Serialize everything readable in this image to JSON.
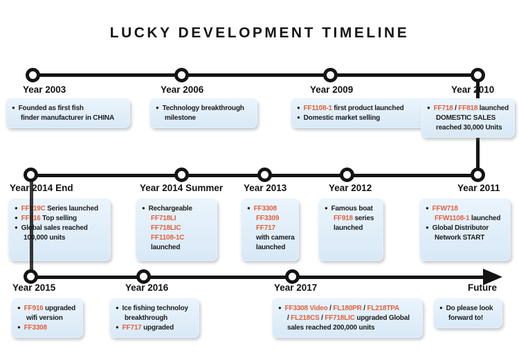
{
  "title": "LUCKY DEVELOPMENT TIMELINE",
  "colors": {
    "accent_orange": "#E2603C",
    "card_background": "#DCEBF7",
    "timeline_black": "#141414"
  },
  "years": {
    "y2003": "Year 2003",
    "y2006": "Year 2006",
    "y2009": "Year 2009",
    "y2010": "Year 2010",
    "y2014end": "Year 2014 End",
    "y2014summer": "Year 2014 Summer",
    "y2013": "Year 2013",
    "y2012": "Year 2012",
    "y2011": "Year 2011",
    "y2015": "Year 2015",
    "y2016": "Year 2016",
    "y2017": "Year 2017",
    "future": "Future"
  },
  "cards": {
    "y2003": {
      "lines": [
        {
          "b": true,
          "s": [
            {
              "t": "Founded as first fish"
            }
          ]
        },
        {
          "s": [
            {
              "t": "finder manufacturer in CHINA"
            }
          ]
        }
      ]
    },
    "y2006": {
      "lines": [
        {
          "b": true,
          "s": [
            {
              "t": "Technology breakthrough"
            }
          ]
        },
        {
          "s": [
            {
              "t": "milestone"
            }
          ]
        }
      ]
    },
    "y2009": {
      "lines": [
        {
          "b": true,
          "s": [
            {
              "t": "FF1108-1",
              "o": true
            },
            {
              "t": " first product launched"
            }
          ]
        },
        {
          "b": true,
          "s": [
            {
              "t": "Domestic market selling"
            }
          ]
        }
      ]
    },
    "y2010": {
      "lines": [
        {
          "b": true,
          "s": [
            {
              "t": "FF718",
              "o": true
            },
            {
              "t": " / "
            },
            {
              "t": "FF818",
              "o": true
            },
            {
              "t": " launched"
            }
          ]
        },
        {
          "s": [
            {
              "t": "DOMESTIC SALES"
            }
          ]
        },
        {
          "s": [
            {
              "t": "reached 30,000 Units"
            }
          ]
        }
      ]
    },
    "y2014end": {
      "lines": [
        {
          "b": true,
          "s": [
            {
              "t": "FF919C",
              "o": true
            },
            {
              "t": " Series launched"
            }
          ]
        },
        {
          "b": true,
          "s": [
            {
              "t": "FF916",
              "o": true
            },
            {
              "t": " Top selling"
            }
          ]
        },
        {
          "b": true,
          "s": [
            {
              "t": "Global sales reached"
            }
          ]
        },
        {
          "s": [
            {
              "t": "100,000 units"
            }
          ]
        }
      ]
    },
    "y2014summer": {
      "lines": [
        {
          "b": true,
          "s": [
            {
              "t": "Rechargeable"
            }
          ]
        },
        {
          "s": [
            {
              "t": "FF718LI",
              "o": true
            }
          ]
        },
        {
          "s": [
            {
              "t": "FF718LIC",
              "o": true
            }
          ]
        },
        {
          "s": [
            {
              "t": "FF1108-1C",
              "o": true
            }
          ]
        },
        {
          "s": [
            {
              "t": "launched"
            }
          ]
        }
      ]
    },
    "y2013": {
      "lines": [
        {
          "b": true,
          "s": [
            {
              "t": "FF3308",
              "o": true
            }
          ]
        },
        {
          "s": [
            {
              "t": "FF3309",
              "o": true
            }
          ]
        },
        {
          "s": [
            {
              "t": "FF717",
              "o": true
            }
          ]
        },
        {
          "s": [
            {
              "t": "with camera"
            }
          ]
        },
        {
          "s": [
            {
              "t": "launched"
            }
          ]
        }
      ]
    },
    "y2012": {
      "lines": [
        {
          "b": true,
          "s": [
            {
              "t": "Famous boat"
            }
          ]
        },
        {
          "s": [
            {
              "t": "FF918",
              "o": true
            },
            {
              "t": " series"
            }
          ]
        },
        {
          "s": [
            {
              "t": "launched"
            }
          ]
        }
      ]
    },
    "y2011": {
      "lines": [
        {
          "b": true,
          "s": [
            {
              "t": "FFW718",
              "o": true
            }
          ]
        },
        {
          "s": [
            {
              "t": "FFW1108-1",
              "o": true
            },
            {
              "t": " launched"
            }
          ]
        },
        {
          "b": true,
          "s": [
            {
              "t": "Global Distributor"
            }
          ]
        },
        {
          "s": [
            {
              "t": "Network START"
            }
          ]
        }
      ]
    },
    "y2015": {
      "lines": [
        {
          "b": true,
          "s": [
            {
              "t": "FF916",
              "o": true
            },
            {
              "t": " upgraded"
            }
          ]
        },
        {
          "s": [
            {
              "t": "wifi version"
            }
          ]
        },
        {
          "b": true,
          "s": [
            {
              "t": "FF3308",
              "o": true
            }
          ]
        }
      ]
    },
    "y2016": {
      "lines": [
        {
          "b": true,
          "s": [
            {
              "t": "Ice fishing technoloy"
            }
          ]
        },
        {
          "s": [
            {
              "t": "breakthrough"
            }
          ]
        },
        {
          "b": true,
          "s": [
            {
              "t": "FF717",
              "o": true
            },
            {
              "t": " upgraded"
            }
          ]
        }
      ]
    },
    "y2017": {
      "lines": [
        {
          "b": true,
          "s": [
            {
              "t": "FF3308 Video",
              "o": true
            },
            {
              "t": " / "
            },
            {
              "t": "FL180PR",
              "o": true
            },
            {
              "t": " / "
            },
            {
              "t": "FL218TPA",
              "o": true
            }
          ]
        },
        {
          "s": [
            {
              "t": "/ "
            },
            {
              "t": "FL218CS",
              "o": true
            },
            {
              "t": " / "
            },
            {
              "t": "FF718LIC",
              "o": true
            },
            {
              "t": " upgraded Global"
            }
          ]
        },
        {
          "s": [
            {
              "t": "sales reached 200,000 units"
            }
          ]
        }
      ]
    },
    "future": {
      "lines": [
        {
          "b": true,
          "s": [
            {
              "t": "Do please look"
            }
          ]
        },
        {
          "s": [
            {
              "t": "forward to!"
            }
          ]
        }
      ]
    }
  }
}
